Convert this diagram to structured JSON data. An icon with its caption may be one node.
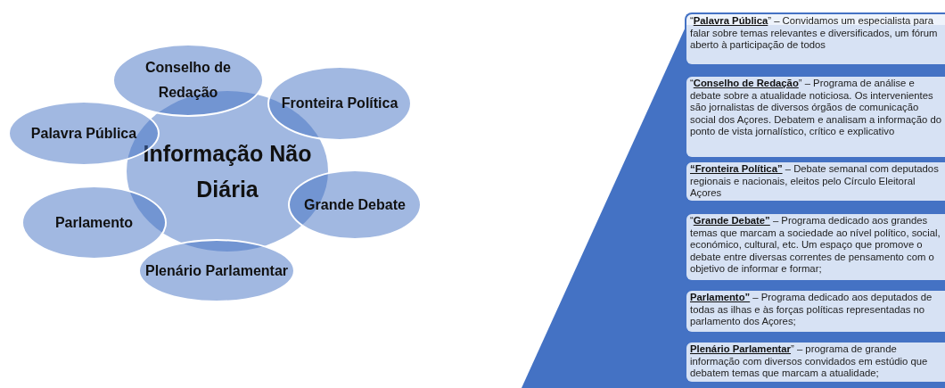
{
  "diagram": {
    "nodes": [
      {
        "text": [
          "Informação Não Diária"
        ]
      },
      {
        "text": [
          "Conselho de Redação"
        ]
      },
      {
        "text": [
          "Fronteira Política"
        ]
      },
      {
        "text": [
          "Palavra Pública"
        ]
      },
      {
        "text": [
          "Grande Debate"
        ]
      },
      {
        "text": [
          "Parlamento"
        ]
      },
      {
        "text": [
          "Plenário Parlamentar"
        ]
      },
      {
        "text": [
          "“**Palavra Pública**” – Convidamos um especialista para falar sobre temas relevantes e diversificados, um fórum aberto à participação de todos"
        ]
      },
      {
        "text": [
          "“**Conselho de Redação**” – Programa de análise e debate sobre a atualidade noticiosa. Os intervenientes são jornalistas de diversos órgãos de comunicação social dos Açores. Debatem e analisam a informação do ponto de vista jornalístico, crítico e explicativo"
        ]
      },
      {
        "text": [
          "**“Fronteira Política”** – Debate semanal com deputados regionais e nacionais, eleitos pelo Círculo Eleitoral Açores"
        ]
      },
      {
        "text": [
          "“**Grande Debate”** – Programa dedicado aos grandes temas que marcam a sociedade ao nível político, social, económico, cultural, etc. Um espaço que promove o debate entre diversas correntes de pensamento com o objetivo de informar e formar;"
        ]
      },
      {
        "text": [
          "**Parlamento”** – Programa dedicado aos deputados de todas as ilhas e às forças políticas representadas no parlamento dos Açores;"
        ]
      },
      {
        "text": [
          "**Plenário Parlamentar**” – programa de grande informação com diversos convidados em estúdio que debatem temas que marcam a atualidade;"
        ]
      }
    ]
  }
}
